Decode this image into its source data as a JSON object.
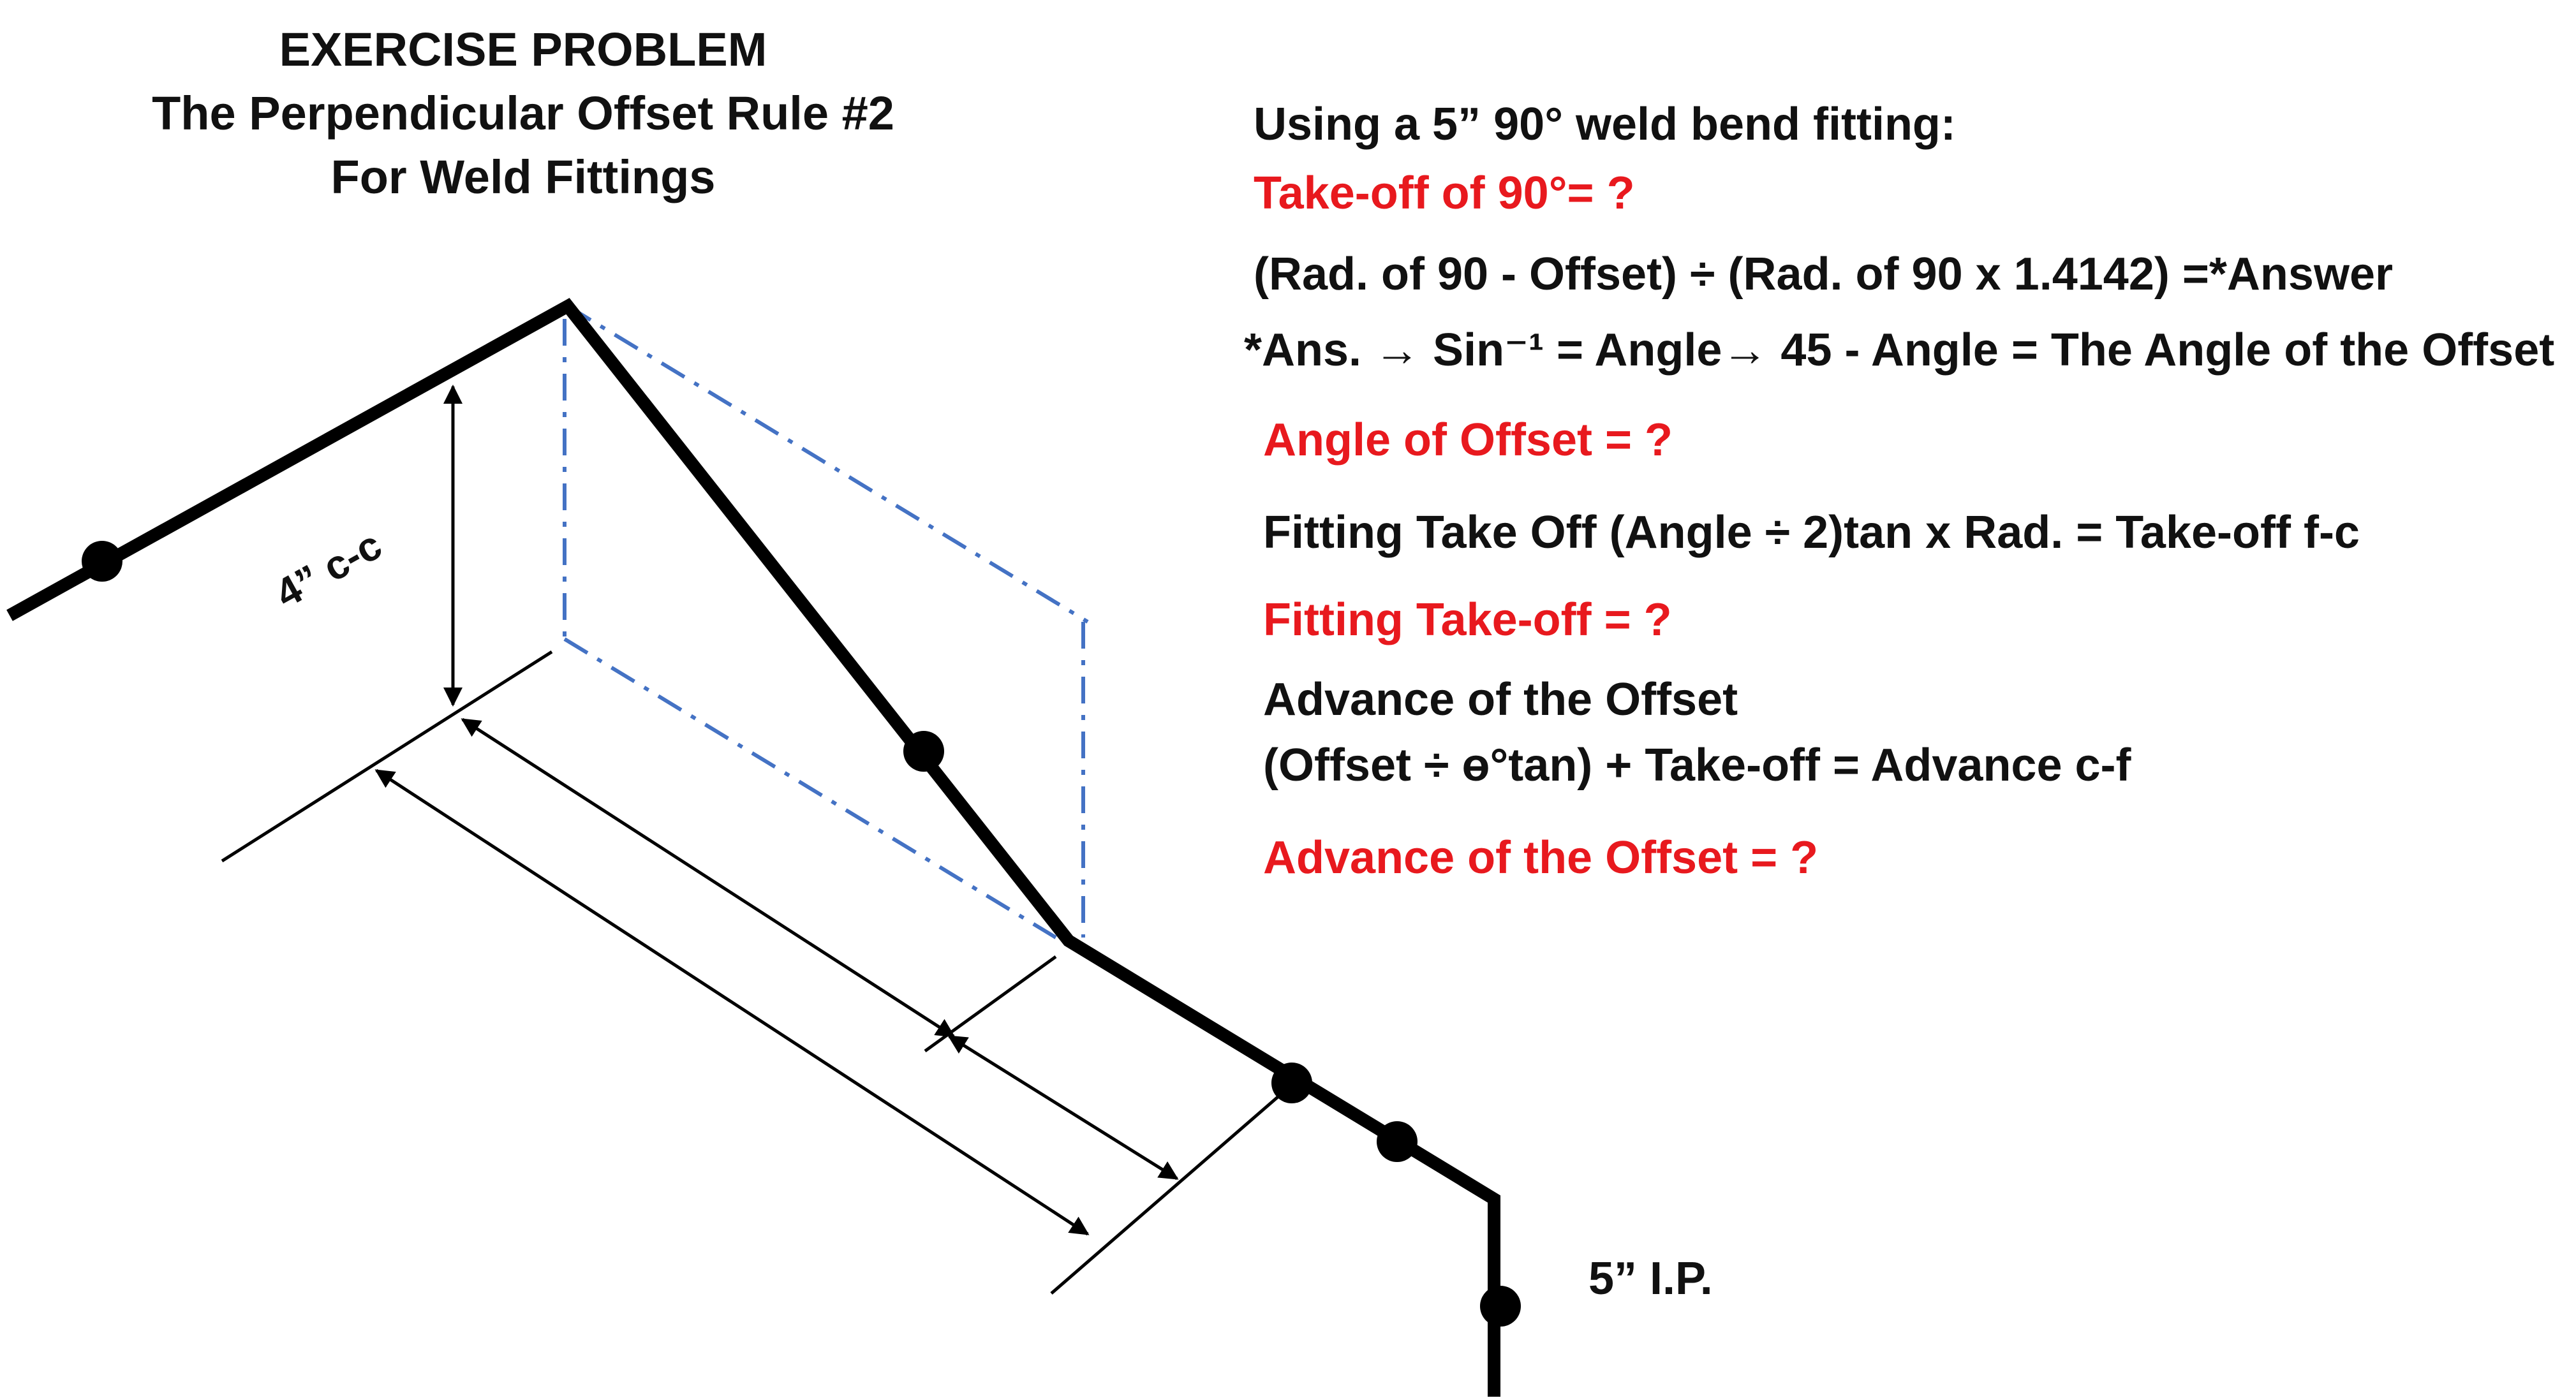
{
  "title": {
    "line1": "EXERCISE PROBLEM",
    "line2": "The Perpendicular Offset Rule #2",
    "line3": "For Weld Fittings"
  },
  "instructions": {
    "fitting": "Using a 5” 90° weld bend  fitting:",
    "takeoff_question": "Take-off of 90°= ?",
    "formula_ratio": "(Rad. of 90 - Offset) ÷ (Rad. of 90 x 1.4142) =*Answer",
    "formula_angle": "*Ans. → Sin⁻¹ = Angle→ 45 - Angle = The Angle of the Offset",
    "angle_question": "Angle of Offset = ?",
    "fitting_formula": "Fitting Take Off (Angle ÷ 2)tan x Rad. = Take-off f-c",
    "fitting_question": "Fitting Take-off = ?",
    "advance_heading": "Advance of the Offset",
    "advance_formula": "(Offset ÷ ɵ°tan) + Take-off = Advance c-f",
    "advance_question": "Advance of the Offset = ?"
  },
  "labels": {
    "offset_dimension": "4” c-c",
    "pipe_size": "5” I.P."
  },
  "colors": {
    "question": "#e8191e",
    "text": "#111111",
    "pipe": "#000000",
    "construction": "#4472c4"
  }
}
